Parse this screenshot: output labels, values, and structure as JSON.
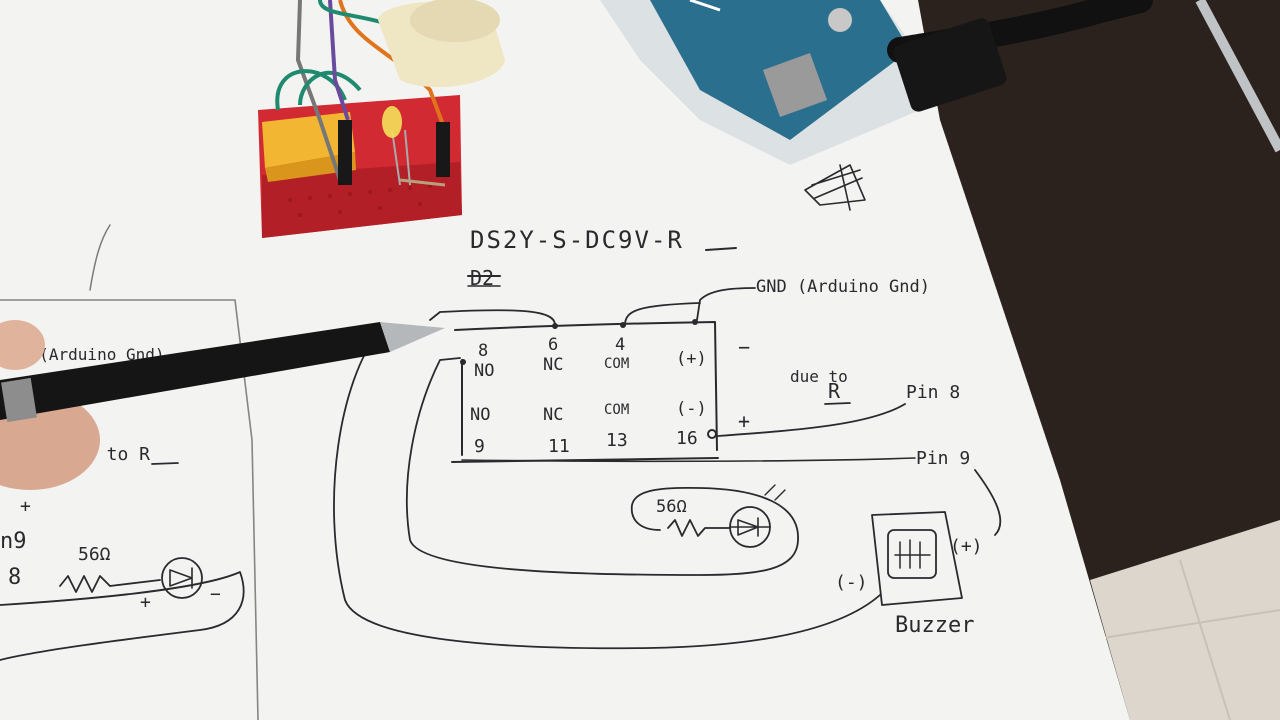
{
  "sketch": {
    "part_number": "DS2Y-S-DC9V-R",
    "struck_label": "D2",
    "gnd_label": "GND (Arduino Gnd)",
    "left_gnd_label": "D (Arduino Gnd)",
    "relay_pins_top": [
      {
        "num": "8",
        "name": "NO"
      },
      {
        "num": "6",
        "name": "NC"
      },
      {
        "num": "4",
        "name": "COM"
      },
      {
        "num": "",
        "name": "(+)"
      }
    ],
    "relay_pins_bottom": [
      {
        "num": "9",
        "name": "NO"
      },
      {
        "num": "11",
        "name": "NC"
      },
      {
        "num": "13",
        "name": "COM"
      },
      {
        "num": "16",
        "name": "(-)"
      }
    ],
    "coil_minus": "−",
    "coil_plus": "+",
    "due_to_label": "due to",
    "r_label": "R",
    "pin8_label": "Pin 8",
    "pin9_label": "Pin 9",
    "resistor_label": "56Ω",
    "buzzer_label": "Buzzer",
    "buzzer_plus": "(+)",
    "buzzer_minus": "(-)",
    "left_sheet": {
      "to_r": "s to R",
      "plus": "+",
      "pin9": "n9",
      "pin8": "8",
      "resistor": "56Ω",
      "led_plus": "+",
      "led_minus": "−"
    }
  },
  "colors": {
    "paper": "#f3f3f1",
    "table": "#2b211d",
    "breadboard": "#d22a32",
    "relay": "#f2b632",
    "arduino": "#2b6f8f",
    "pen": "#151515"
  }
}
